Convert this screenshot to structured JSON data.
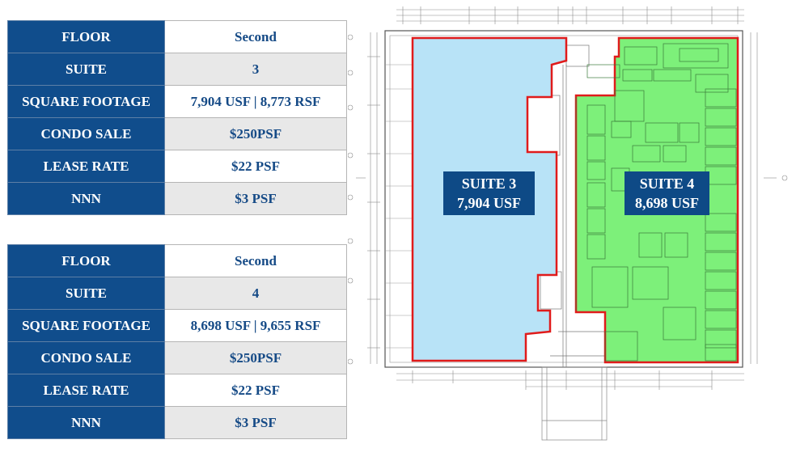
{
  "tables": [
    {
      "rows": [
        {
          "label": "FLOOR",
          "value": "Second"
        },
        {
          "label": "SUITE",
          "value": "3"
        },
        {
          "label": "SQUARE FOOTAGE",
          "value": "7,904 USF | 8,773 RSF"
        },
        {
          "label": "CONDO SALE",
          "value": "$250PSF"
        },
        {
          "label": "LEASE RATE",
          "value": "$22 PSF"
        },
        {
          "label": "NNN",
          "value": "$3 PSF"
        }
      ]
    },
    {
      "rows": [
        {
          "label": "FLOOR",
          "value": "Second"
        },
        {
          "label": "SUITE",
          "value": "4"
        },
        {
          "label": "SQUARE FOOTAGE",
          "value": "8,698 USF | 9,655 RSF"
        },
        {
          "label": "CONDO SALE",
          "value": "$250PSF"
        },
        {
          "label": "LEASE RATE",
          "value": "$22 PSF"
        },
        {
          "label": "NNN",
          "value": "$3 PSF"
        }
      ]
    }
  ],
  "plan": {
    "suite_3": {
      "line1": "SUITE 3",
      "line2": "7,904 USF",
      "fill": "#b8e3f7"
    },
    "suite_4": {
      "line1": "SUITE 4",
      "line2": "8,698 USF",
      "fill": "#7df07a"
    },
    "outline_color": "#e01b1b",
    "label_color": "#0e4a86"
  }
}
